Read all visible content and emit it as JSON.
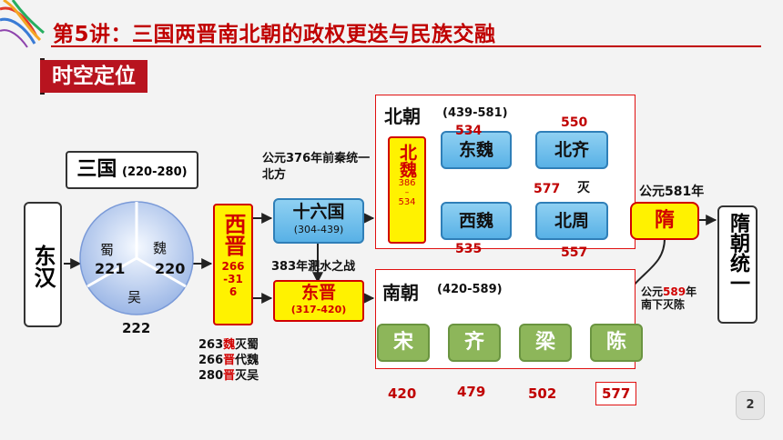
{
  "title": "第5讲：三国两晋南北朝的政权更迭与民族交融",
  "subtitle": "时空定位",
  "page_number": "2",
  "donghan": "东汉",
  "sanguo": {
    "label": "三国",
    "years": "(220-280)",
    "shu": {
      "name": "蜀",
      "year": "221"
    },
    "wei": {
      "name": "魏",
      "year": "220"
    },
    "wu": {
      "name": "吴",
      "year": "222"
    }
  },
  "xijin": {
    "name": "西晋",
    "years": "266-316"
  },
  "jin_notes": {
    "line1": {
      "pre": "263",
      "key": "魏",
      "post": "灭蜀"
    },
    "line2": {
      "pre": "266",
      "key": "晋",
      "post": "代魏"
    },
    "line3": {
      "pre": "280",
      "key": "晋",
      "post": "灭吴"
    }
  },
  "shiliuguo": {
    "name": "十六国",
    "years": "(304-439)"
  },
  "qianqin_note": "公元376年前秦统一北方",
  "feishui_note": "383年淝水之战",
  "dongjin": {
    "name": "东晋",
    "years": "(317-420)"
  },
  "beichao": {
    "label": "北朝",
    "years": "(439-581)"
  },
  "beiwei": {
    "name": "北魏",
    "years": "386",
    "dash": "–",
    "end": "534"
  },
  "dongwei": "东魏",
  "xiwei": "西魏",
  "beiqi": "北齐",
  "beizhou": "北周",
  "mie": "灭",
  "year_labels": {
    "y534": "534",
    "y550": "550",
    "y577a": "577",
    "y535": "535",
    "y557": "557"
  },
  "sui": {
    "name": "隋",
    "note": "公元581年"
  },
  "nanchao": {
    "label": "南朝",
    "years": "(420-589)"
  },
  "south": [
    "宋",
    "齐",
    "梁",
    "陈"
  ],
  "south_years": [
    "420",
    "479",
    "502",
    "577"
  ],
  "sui_note": {
    "pre": "公元",
    "year": "589",
    "post": "年",
    "line2": "南下灭陈"
  },
  "sui_unify": "隋朝统一"
}
